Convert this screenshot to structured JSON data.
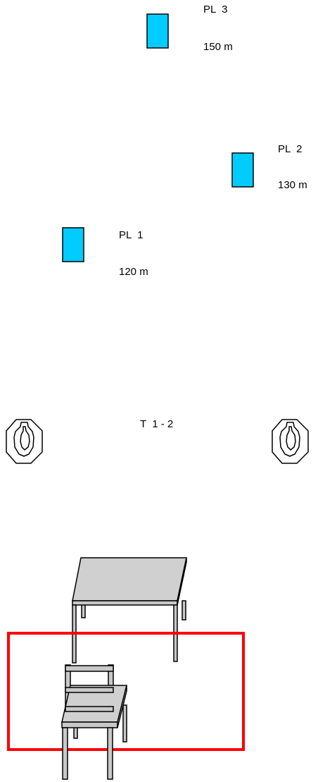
{
  "plates": [
    {
      "name": "PL  3",
      "distance": "150 m"
    },
    {
      "name": "PL  2",
      "distance": "130 m"
    },
    {
      "name": "PL  1",
      "distance": "120 m"
    }
  ],
  "targets": {
    "label": "T  1 - 2",
    "count": 2
  },
  "colors": {
    "plate_fill": "#00CCFF",
    "outline": "#000000",
    "shooting_box": "#FF0000",
    "furniture_top": "#D0D0D0",
    "furniture_leg": "#C8C8C8",
    "background": "#FFFFFF"
  },
  "icons": [
    "plate-target-icon",
    "steel-silhouette-target-icon",
    "table-icon",
    "chair-icon",
    "shooting-box"
  ]
}
